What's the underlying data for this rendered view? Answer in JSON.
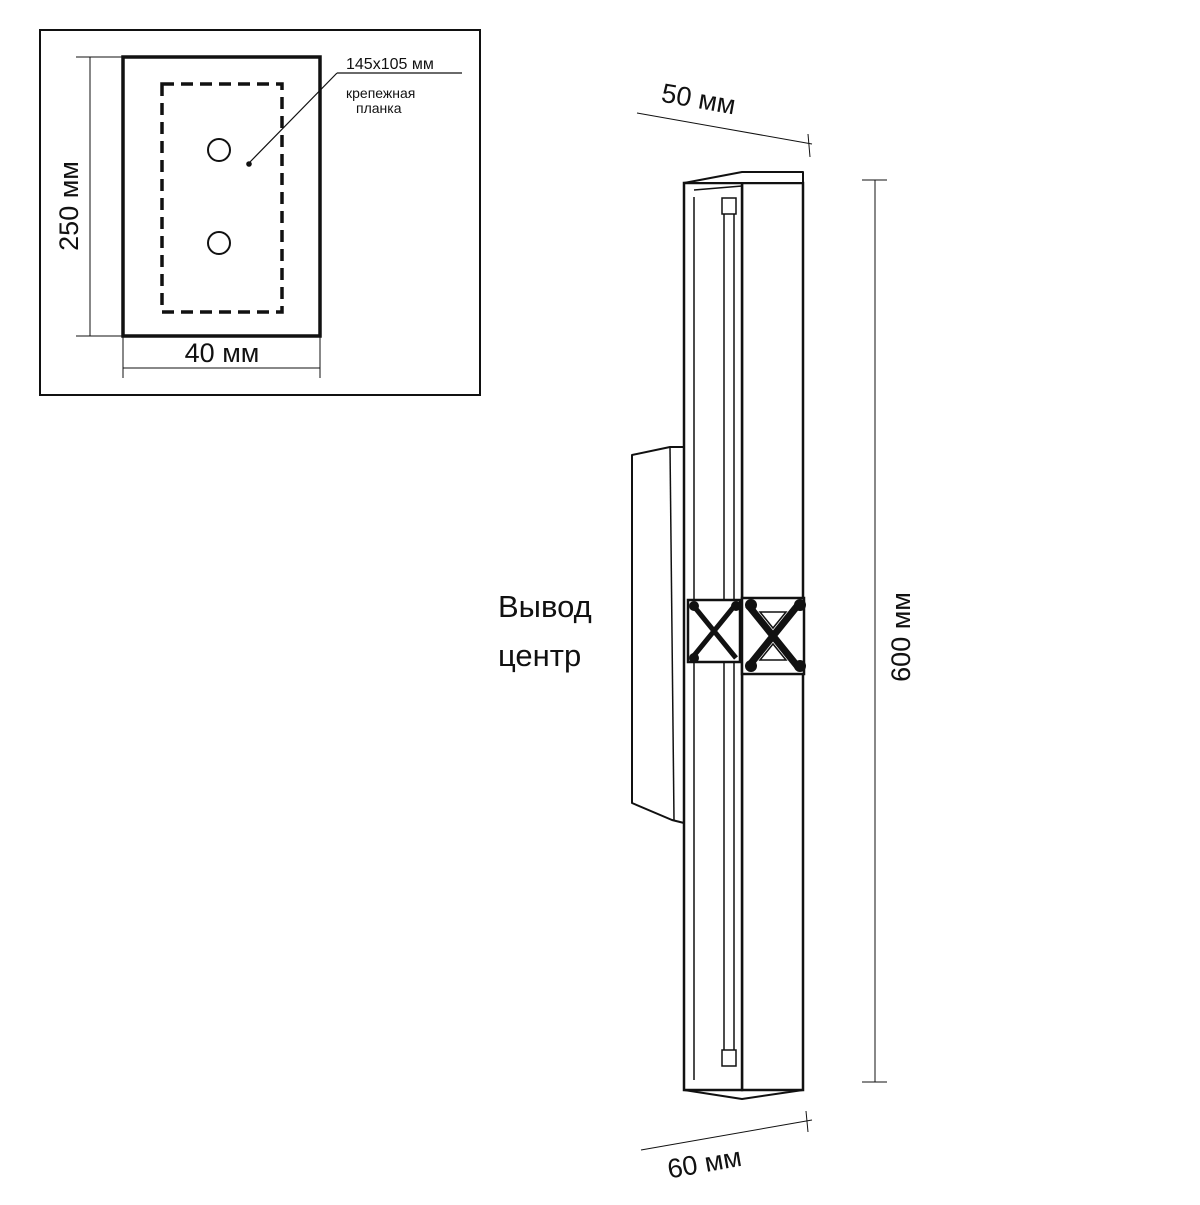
{
  "mount_panel": {
    "height_label": "250 мм",
    "width_label": "40 мм",
    "bracket_size_label": "145x105 мм",
    "bracket_note_line1": "крепежная",
    "bracket_note_line2": "планка"
  },
  "fixture": {
    "depth_top_label": "50 мм",
    "depth_bottom_label": "60 мм",
    "length_label": "600 мм",
    "outlet_line1": "Вывод",
    "outlet_line2": "центр"
  },
  "colors": {
    "stroke": "#111111",
    "background": "#ffffff"
  }
}
